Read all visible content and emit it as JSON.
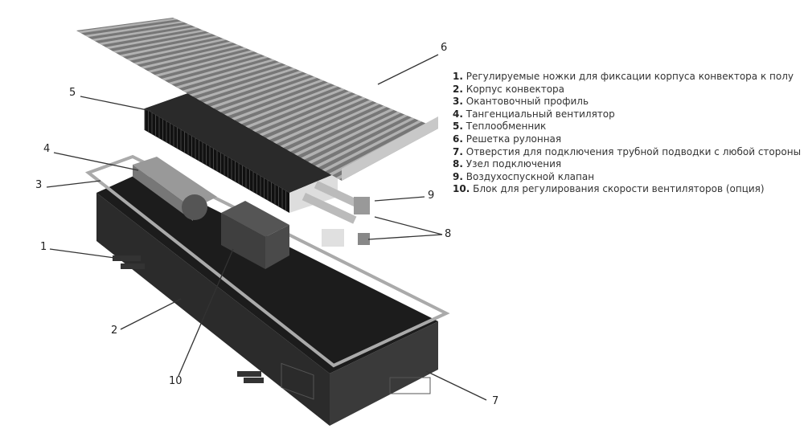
{
  "legend": [
    {
      "num": "1.",
      "text": "Регулируемые ножки для фиксации корпуса конвектора к полу"
    },
    {
      "num": "2.",
      "text": "Корпус конвектора"
    },
    {
      "num": "3.",
      "text": "Окантовочный профиль"
    },
    {
      "num": "4.",
      "text": "Тангенциальный вентилятор"
    },
    {
      "num": "5.",
      "text": "Теплообменник"
    },
    {
      "num": "6.",
      "text": "Решетка рулонная"
    },
    {
      "num": "7.",
      "text": "Отверстия для подключения трубной подводки с любой стороны"
    },
    {
      "num": "8.",
      "text": "Узел подключения"
    },
    {
      "num": "9.",
      "text": "Воздухоспускной клапан"
    },
    {
      "num": "10.",
      "text": "Блок для регулирования скорости вентиляторов (опция)"
    }
  ],
  "callouts": {
    "c1": "1",
    "c2": "2",
    "c3": "3",
    "c4": "4",
    "c5": "5",
    "c6": "6",
    "c7": "7",
    "c8": "8",
    "c9": "9",
    "c10": "10"
  }
}
